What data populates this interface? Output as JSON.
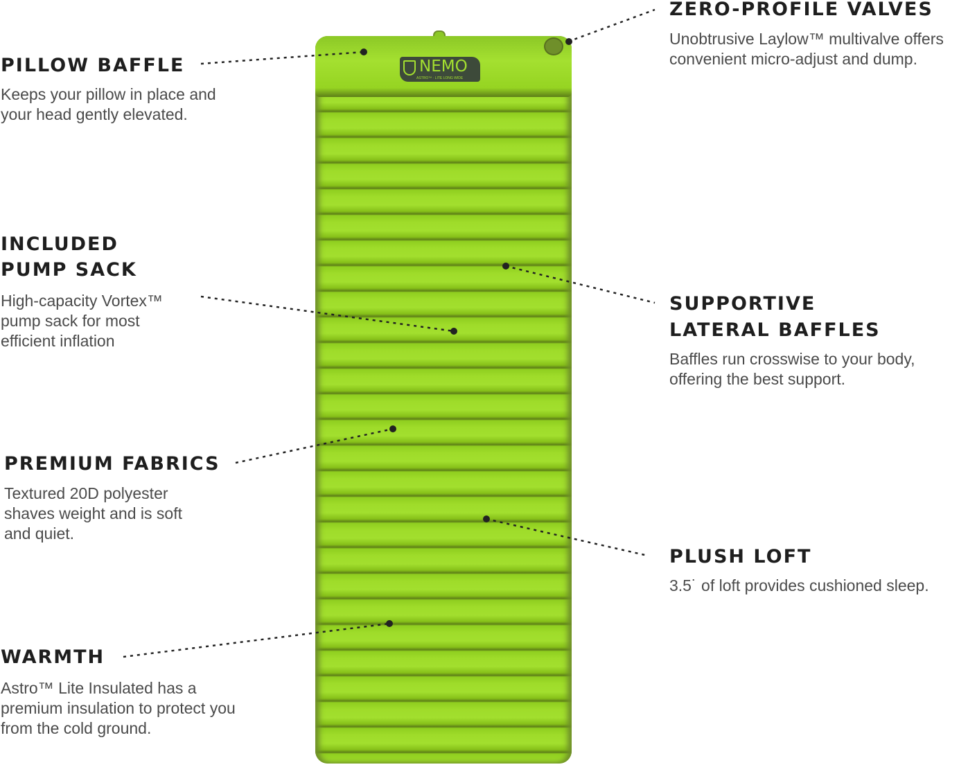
{
  "product": {
    "logo_text": "NEMO",
    "logo_subtext": "ASTRO™ · LITE LONG WIDE",
    "colors": {
      "mat": "#9fdc2a",
      "text": "#1e1e1e"
    }
  },
  "features": [
    {
      "title": "PILLOW BAFFLE",
      "body": "Keeps your pillow in place and your head gently elevated."
    },
    {
      "title": "ZERO-PROFILE VALVES",
      "body": "Unobtrusive Laylow™ multivalve offers convenient micro-adjust and dump."
    },
    {
      "title_line1": "INCLUDED",
      "title_line2": "PUMP SACK",
      "body": "High-capacity Vortex™ pump sack for most efficient inflation"
    },
    {
      "title_line1": "SUPPORTIVE",
      "title_line2": "LATERAL BAFFLES",
      "body": "Baffles run crosswise to your body, offering the best support."
    },
    {
      "title": "PREMIUM FABRICS",
      "body": "Textured 20D polyester shaves weight and is soft and quiet."
    },
    {
      "title": "PLUSH LOFT",
      "body": "3.5˙ of loft provides cushioned sleep."
    },
    {
      "title": "WARMTH",
      "body": "Astro™ Lite Insulated has a premium insulation to protect you from the cold ground."
    }
  ]
}
